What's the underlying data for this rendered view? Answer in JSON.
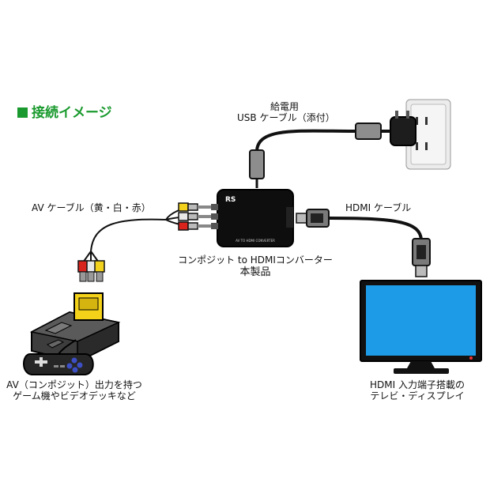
{
  "title": "接続イメージ",
  "labels": {
    "usb_cable_line1": "給電用",
    "usb_cable_line2": "USB ケーブル（添付）",
    "av_cable": "AV ケーブル（黄・白・赤）",
    "hdmi_cable": "HDMI ケーブル",
    "converter_line1": "コンポジット to HDMIコンバーター",
    "converter_line2": "本製品",
    "source_line1": "AV（コンポジット）出力を持つ",
    "source_line2": "ゲーム機やビデオデッキなど",
    "display_line1": "HDMI 入力端子搭載の",
    "display_line2": "テレビ・ディスプレイ"
  },
  "device_text": {
    "logo": "RS",
    "model": "AV TO HDMI CONVERTER"
  },
  "colors": {
    "title_green": "#1a9a2e",
    "screen_blue": "#1e9be6",
    "rca_yellow": "#f2d21c",
    "rca_white": "#e8e8e8",
    "rca_red": "#d9231d",
    "cartridge_yellow": "#f4d21a",
    "dpad_blue": "#3d4fc4"
  }
}
